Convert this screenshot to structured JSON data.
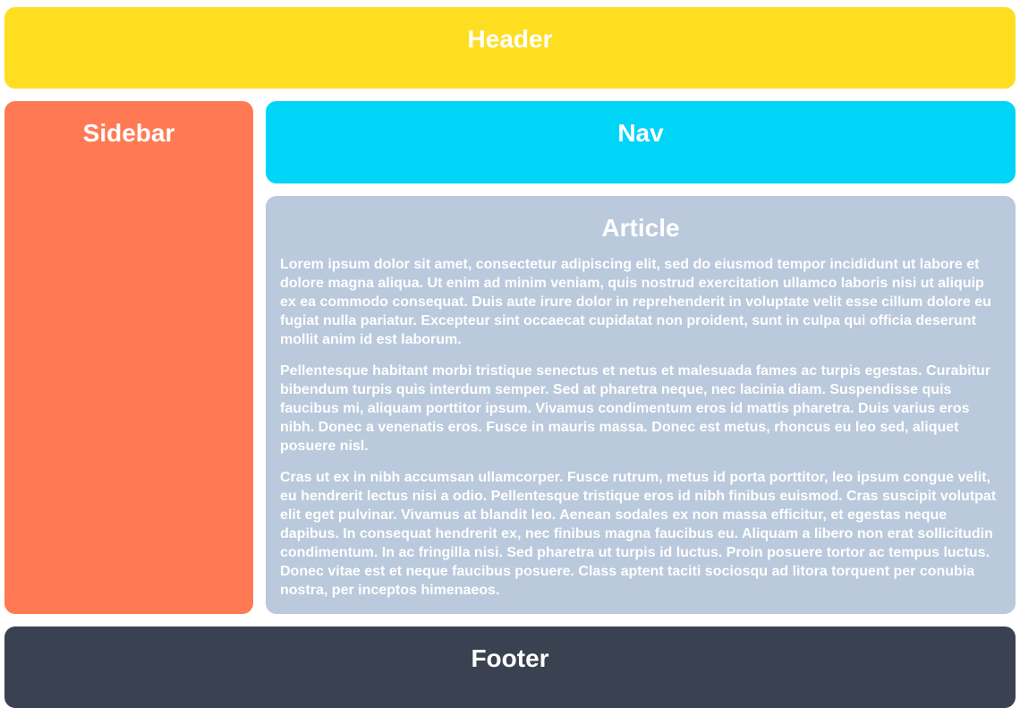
{
  "page": {
    "background": "#ffffff",
    "text_color": "#ffffff"
  },
  "sections": {
    "header": {
      "title": "Header",
      "color": "#FFDE22"
    },
    "sidebar": {
      "title": "Sidebar",
      "color": "#FF7A54"
    },
    "nav": {
      "title": "Nav",
      "color": "#00D4F7"
    },
    "article": {
      "title": "Article",
      "color": "#BAC9DC",
      "paragraphs": [
        "Lorem ipsum dolor sit amet, consectetur adipiscing elit, sed do eiusmod tempor incididunt ut labore et dolore magna aliqua. Ut enim ad minim veniam, quis nostrud exercitation ullamco laboris nisi ut aliquip ex ea commodo consequat. Duis aute irure dolor in reprehenderit in voluptate velit esse cillum dolore eu fugiat nulla pariatur. Excepteur sint occaecat cupidatat non proident, sunt in culpa qui officia deserunt mollit anim id est laborum.",
        "Pellentesque habitant morbi tristique senectus et netus et malesuada fames ac turpis egestas. Curabitur bibendum turpis quis interdum semper. Sed at pharetra neque, nec lacinia diam. Suspendisse quis faucibus mi, aliquam porttitor ipsum. Vivamus condimentum eros id mattis pharetra. Duis varius eros nibh. Donec a venenatis eros. Fusce in mauris massa. Donec est metus, rhoncus eu leo sed, aliquet posuere nisl.",
        "Cras ut ex in nibh accumsan ullamcorper. Fusce rutrum, metus id porta porttitor, leo ipsum congue velit, eu hendrerit lectus nisi a odio. Pellentesque tristique eros id nibh finibus euismod. Cras suscipit volutpat elit eget pulvinar. Vivamus at blandit leo. Aenean sodales ex non massa efficitur, et egestas neque dapibus. In consequat hendrerit ex, nec finibus magna faucibus eu. Aliquam a libero non erat sollicitudin condimentum. In ac fringilla nisi. Sed pharetra ut turpis id luctus. Proin posuere tortor ac tempus luctus. Donec vitae est et neque faucibus posuere. Class aptent taciti sociosqu ad litora torquent per conubia nostra, per inceptos himenaeos."
      ]
    },
    "footer": {
      "title": "Footer",
      "color": "#3A4150"
    }
  }
}
